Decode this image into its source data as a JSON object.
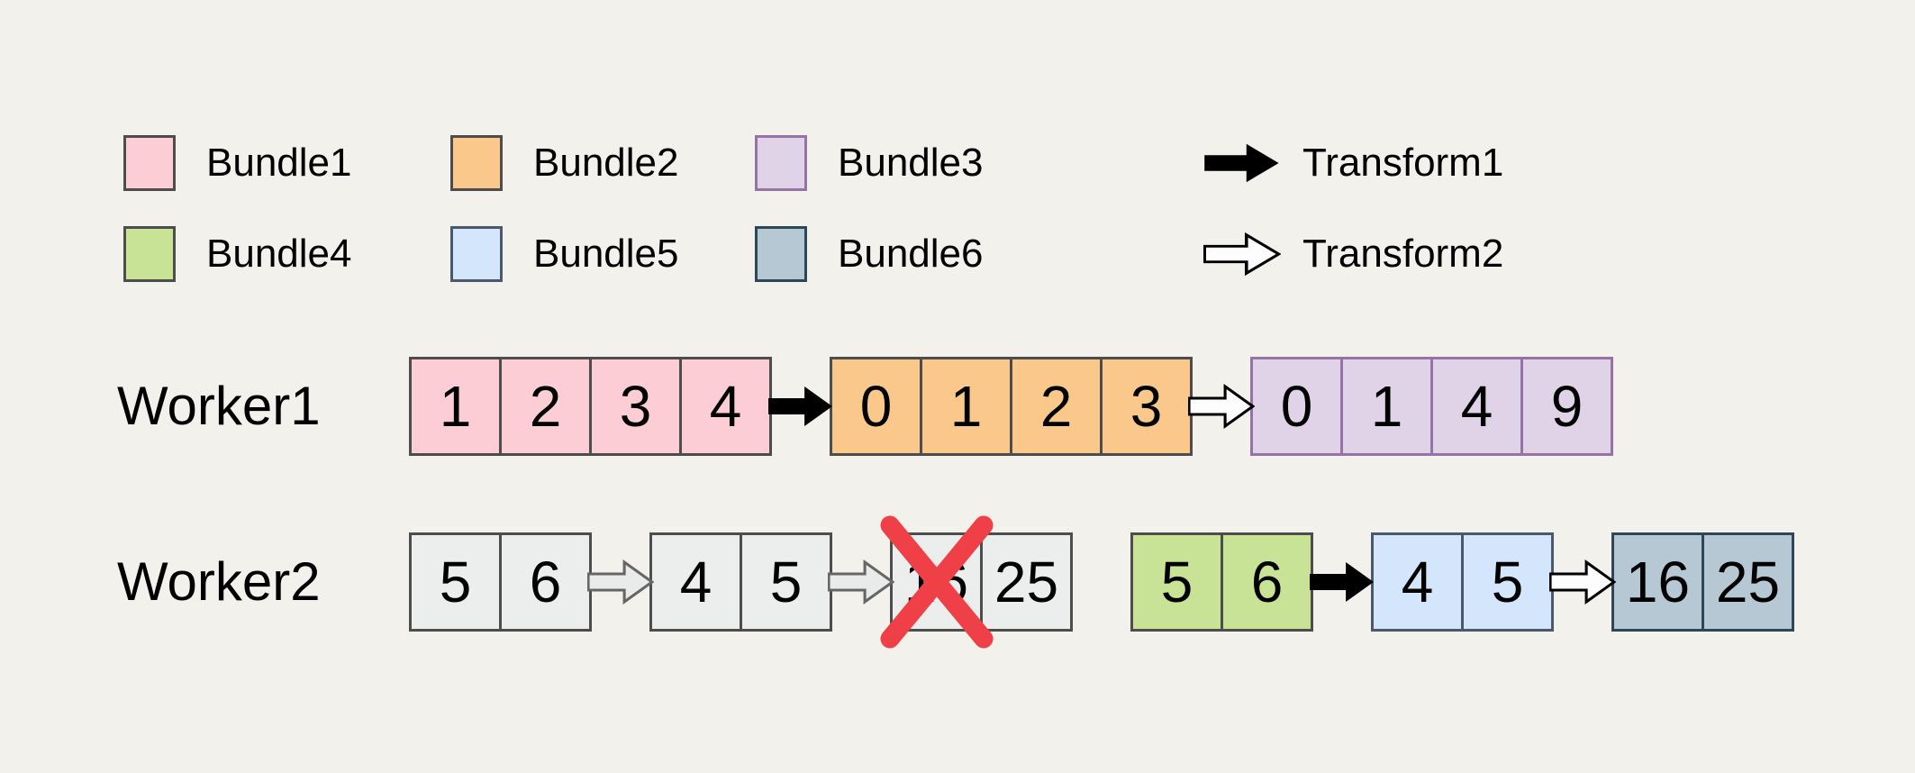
{
  "palette": {
    "background": "#f3f1ec",
    "text": "#000000",
    "cross": "#ee4046",
    "arrow_solid_fill": "#000000",
    "arrow_outline_fill": "#fdfdfd",
    "arrow_outline_stroke": "#000000",
    "arrow_faded_fill": "#e9ebeb",
    "arrow_faded_stroke": "#666666",
    "bundles": {
      "bundle1": {
        "fill": "#fccdd4",
        "stroke": "#4d4d4d"
      },
      "bundle2": {
        "fill": "#f9c88a",
        "stroke": "#4d4d4d"
      },
      "bundle3": {
        "fill": "#e0d3e8",
        "stroke": "#9673a6"
      },
      "bundle4": {
        "fill": "#c9e396",
        "stroke": "#4d4d4d"
      },
      "bundle5": {
        "fill": "#d3e6fb",
        "stroke": "#4a5a6c"
      },
      "bundle6": {
        "fill": "#b6c8d3",
        "stroke": "#2f4659"
      },
      "faded": {
        "fill": "#eceeee",
        "stroke": "#4d4d4d"
      }
    }
  },
  "legend": {
    "bundles": [
      {
        "id": "bundle1",
        "label": "Bundle1"
      },
      {
        "id": "bundle2",
        "label": "Bundle2"
      },
      {
        "id": "bundle3",
        "label": "Bundle3"
      },
      {
        "id": "bundle4",
        "label": "Bundle4"
      },
      {
        "id": "bundle5",
        "label": "Bundle5"
      },
      {
        "id": "bundle6",
        "label": "Bundle6"
      }
    ],
    "transforms": [
      {
        "id": "transform1",
        "label": "Transform1",
        "arrow": "solid"
      },
      {
        "id": "transform2",
        "label": "Transform2",
        "arrow": "outline"
      }
    ]
  },
  "workers": [
    {
      "label": "Worker1",
      "sequence": [
        {
          "type": "boxes",
          "bundle": "bundle1",
          "values": [
            "1",
            "2",
            "3",
            "4"
          ]
        },
        {
          "type": "arrow",
          "style": "solid"
        },
        {
          "type": "boxes",
          "bundle": "bundle2",
          "values": [
            "0",
            "1",
            "2",
            "3"
          ]
        },
        {
          "type": "arrow",
          "style": "outline"
        },
        {
          "type": "boxes",
          "bundle": "bundle3",
          "values": [
            "0",
            "1",
            "4",
            "9"
          ]
        }
      ]
    },
    {
      "label": "Worker2",
      "sequence": [
        {
          "type": "boxes",
          "bundle": "faded",
          "values": [
            "5",
            "6"
          ]
        },
        {
          "type": "arrow",
          "style": "faded"
        },
        {
          "type": "boxes",
          "bundle": "faded",
          "values": [
            "4",
            "5"
          ]
        },
        {
          "type": "arrow",
          "style": "faded"
        },
        {
          "type": "boxes",
          "bundle": "faded",
          "values": [
            "16",
            "25"
          ],
          "crossed_index": 0
        },
        {
          "type": "gap"
        },
        {
          "type": "boxes",
          "bundle": "bundle4",
          "values": [
            "5",
            "6"
          ]
        },
        {
          "type": "arrow",
          "style": "solid"
        },
        {
          "type": "boxes",
          "bundle": "bundle5",
          "values": [
            "4",
            "5"
          ]
        },
        {
          "type": "arrow",
          "style": "outline"
        },
        {
          "type": "boxes",
          "bundle": "bundle6",
          "values": [
            "16",
            "25"
          ]
        }
      ]
    }
  ]
}
